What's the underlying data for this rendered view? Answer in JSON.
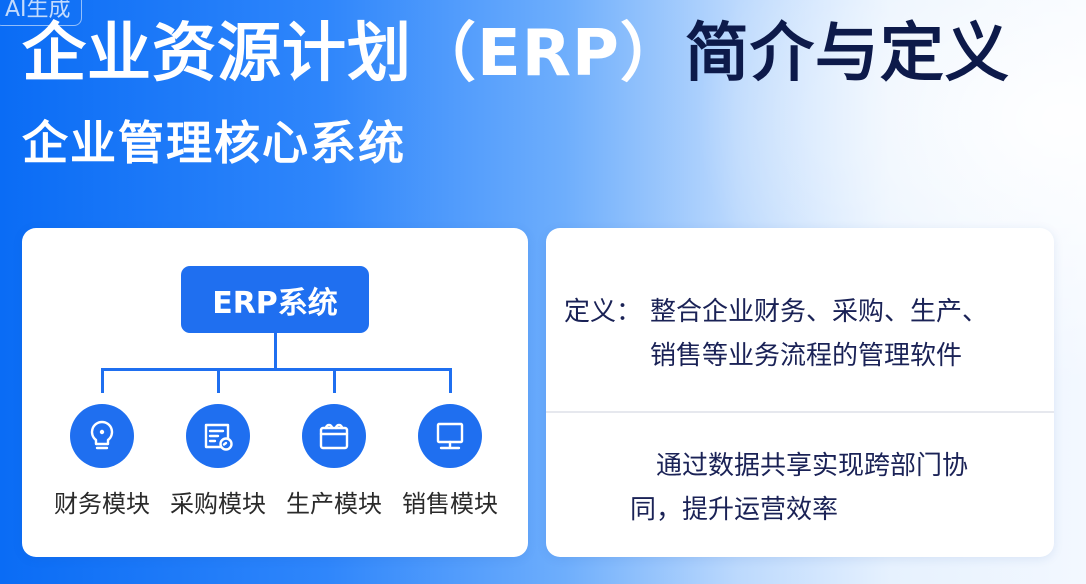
{
  "badge": "AI生成",
  "header": {
    "title_light": "企业资源计划（ERP）",
    "title_dark": "简介与定义",
    "subtitle": "企业管理核心系统"
  },
  "diagram": {
    "root": "ERP系统",
    "modules": [
      {
        "label": "财务模块",
        "icon": "lightbulb-icon"
      },
      {
        "label": "采购模块",
        "icon": "document-icon"
      },
      {
        "label": "生产模块",
        "icon": "calendar-icon"
      },
      {
        "label": "销售模块",
        "icon": "monitor-icon"
      }
    ]
  },
  "definition": {
    "label": "定义：",
    "line1": "整合企业财务、采购、生产、",
    "line2": "销售等业务流程的管理软件"
  },
  "benefit": {
    "line1": "通过数据共享实现跨部门协",
    "line2": "同，提升运营效率"
  },
  "colors": {
    "accent": "#1f6ff0",
    "title_dark": "#0d1a4a",
    "body_text": "#1a2256"
  }
}
